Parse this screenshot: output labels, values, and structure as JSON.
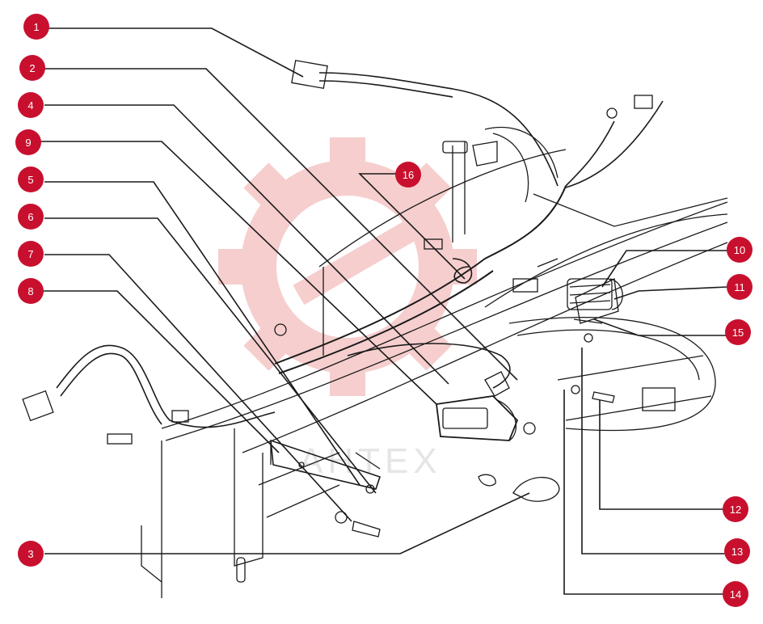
{
  "colors": {
    "badge_fill": "#c8102e",
    "badge_text": "#ffffff",
    "line": "#1a1a1a",
    "watermark": "#f6c9c9"
  },
  "watermark": {
    "text": "АНТЕХ",
    "icon": "gear-logo-icon"
  },
  "callouts": [
    {
      "label": "1"
    },
    {
      "label": "2"
    },
    {
      "label": "4"
    },
    {
      "label": "9"
    },
    {
      "label": "5"
    },
    {
      "label": "6"
    },
    {
      "label": "7"
    },
    {
      "label": "8"
    },
    {
      "label": "3"
    },
    {
      "label": "16"
    },
    {
      "label": "10"
    },
    {
      "label": "11"
    },
    {
      "label": "15"
    },
    {
      "label": "12"
    },
    {
      "label": "13"
    },
    {
      "label": "14"
    }
  ]
}
